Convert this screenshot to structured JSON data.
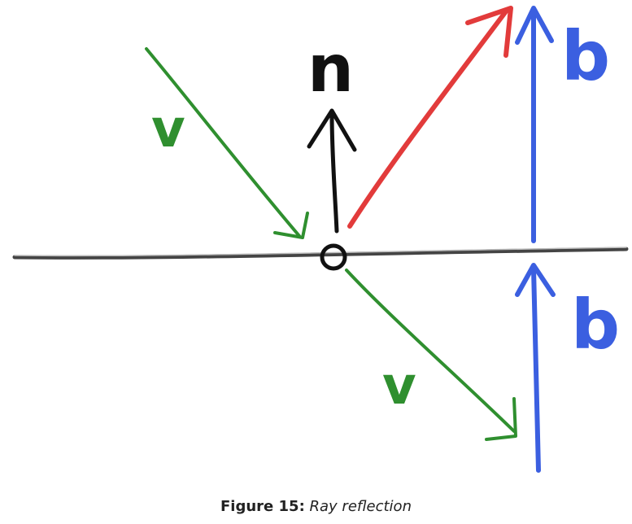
{
  "figure": {
    "caption_label": "Figure 15:",
    "caption_text": "Ray reflection"
  },
  "labels": {
    "incident": "v",
    "normal": "n",
    "reflected_component": "b",
    "transmitted_incident": "v",
    "lower_component": "b"
  },
  "colors": {
    "incident": "#2f8f2f",
    "normal": "#111111",
    "reflected": "#e23b3b",
    "component": "#3b5fe0",
    "surface": "#555555"
  }
}
